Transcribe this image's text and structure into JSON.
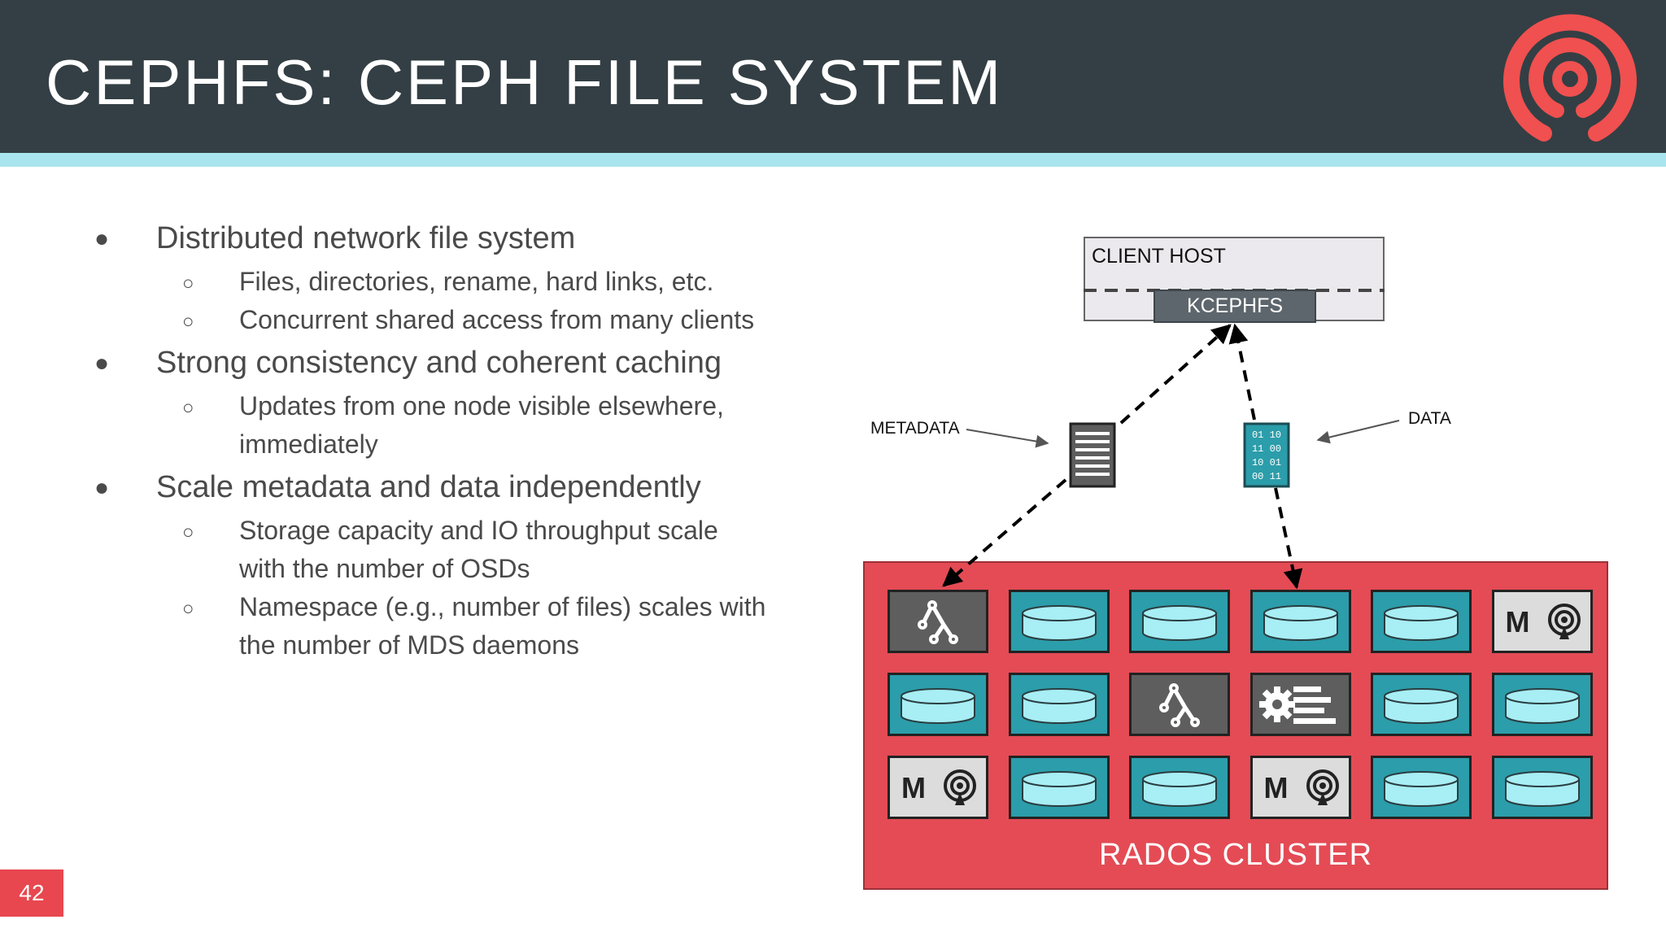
{
  "slide": {
    "title": "CEPHFS: CEPH FILE SYSTEM",
    "page_number": "42"
  },
  "bullets": [
    {
      "text": "Distributed network file system",
      "subs": [
        "Files, directories, rename, hard links, etc.",
        "Concurrent shared access from many clients"
      ]
    },
    {
      "text": "Strong consistency and coherent caching",
      "subs": [
        "Updates from one node visible elsewhere, immediately"
      ]
    },
    {
      "text": "Scale metadata and data independently",
      "subs": [
        "Storage capacity and IO throughput scale with the number of OSDs",
        "Namespace (e.g., number of files) scales with the number of MDS daemons"
      ]
    }
  ],
  "diagram": {
    "client_host": "CLIENT HOST",
    "kcephfs": "KCEPHFS",
    "metadata_label": "METADATA",
    "data_label": "DATA",
    "data_bits": [
      "01 10",
      "11 00",
      "10 01",
      "00 11"
    ],
    "rados_label": "RADOS CLUSTER",
    "mon_letter": "M",
    "grid": [
      [
        "mds",
        "disk",
        "disk",
        "disk",
        "disk",
        "mon"
      ],
      [
        "disk",
        "disk",
        "mds",
        "mgr",
        "disk",
        "disk"
      ],
      [
        "mon",
        "disk",
        "disk",
        "mon",
        "disk",
        "disk"
      ]
    ]
  },
  "colors": {
    "header": "#333f44",
    "accent": "#a9e5ee",
    "cluster": "#e44b55",
    "disk": "#2c9daa",
    "disk_fill": "#a8eef5",
    "page_badge": "#e8474f",
    "logo": "#f0504f"
  },
  "icons": {
    "logo": "ceph-logo-icon",
    "mds": "mds-tree-icon",
    "mon": "monitor-antenna-icon",
    "mgr": "manager-gear-icon",
    "disk": "disk-cylinder-icon",
    "metadata_doc": "metadata-document-icon"
  }
}
